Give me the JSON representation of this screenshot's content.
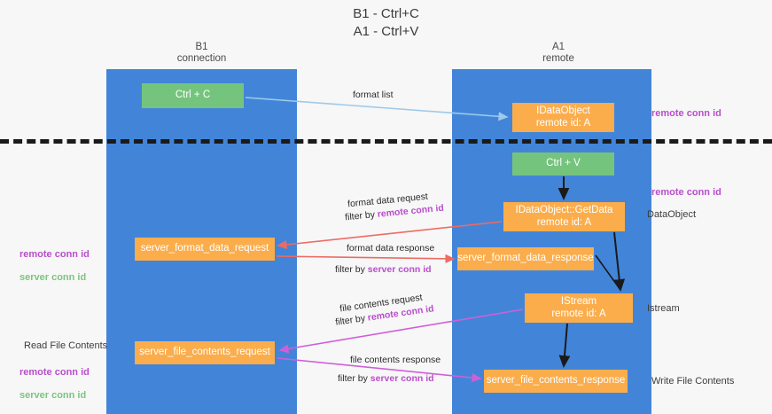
{
  "title": "B1 - Ctrl+C\nA1 - Ctrl+V",
  "lanes": [
    {
      "id": "b1",
      "header": "B1\nconnection"
    },
    {
      "id": "a1",
      "header": "A1\nremote"
    }
  ],
  "boxes": {
    "ctrl_c": "Ctrl + C",
    "idataobject": "IDataObject\nremote id: A",
    "ctrl_v": "Ctrl + V",
    "getdata": "IDataObject::GetData\nremote id: A",
    "server_format_data_request": "server_format_data_request",
    "server_format_data_response": "server_format_data_response",
    "istream": "IStream\nremote id: A",
    "server_file_contents_request": "server_file_contents_request",
    "server_file_contents_response": "server_file_contents_response"
  },
  "notes": {
    "remote_conn_id_top": "remote conn id",
    "remote_conn_id_mid": "remote conn id",
    "dataobject": "DataObject",
    "istream": "Istream",
    "write_file_contents": "Write File Contents",
    "read_file_contents": "Read File Contents",
    "remote_conn_id": "remote conn id",
    "server_conn_id": "server conn id"
  },
  "arrow_labels": {
    "format_list": "format list",
    "format_data_request": "format data request",
    "filter_by_prefix": "filter by ",
    "filter_remote_conn_id": "remote conn id",
    "filter_server_conn_id": "server conn id",
    "format_data_response": "format data response",
    "file_contents_request": "file contents request",
    "file_contents_response": "file contents response"
  },
  "colors": {
    "lane": "#4285d8",
    "green_box": "#75c47e",
    "orange_box": "#fbad4c",
    "purple_text": "#b84ecb",
    "green_text": "#7cc47f",
    "arrow_blue": "#9ec9ea",
    "arrow_red": "#ee6a64",
    "arrow_magenta": "#cf5fd8",
    "arrow_black": "#1a1a1a",
    "divider": "#1a1a1a",
    "background": "#f7f7f7"
  }
}
